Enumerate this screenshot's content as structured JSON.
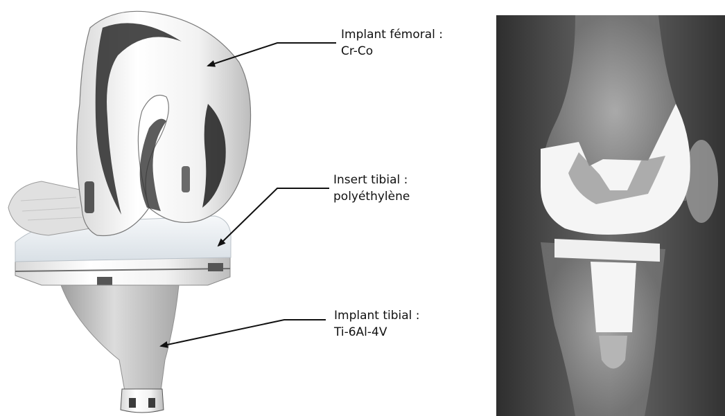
{
  "labels": {
    "femoral": {
      "line1": "Implant fémoral :",
      "line2": "Cr-Co"
    },
    "insert": {
      "line1": "Insert tibial :",
      "line2": "polyéthylène"
    },
    "tibial": {
      "line1": "Implant tibial :",
      "line2": "Ti-6Al-4V"
    }
  },
  "colors": {
    "arrow": "#111111",
    "xray_background": "#4a4a4a",
    "implant_xray": "#f2f2f2",
    "polyethylene": "#e9eef2",
    "titanium": "#c9c9c9",
    "chrome": "#f4f4f4"
  }
}
